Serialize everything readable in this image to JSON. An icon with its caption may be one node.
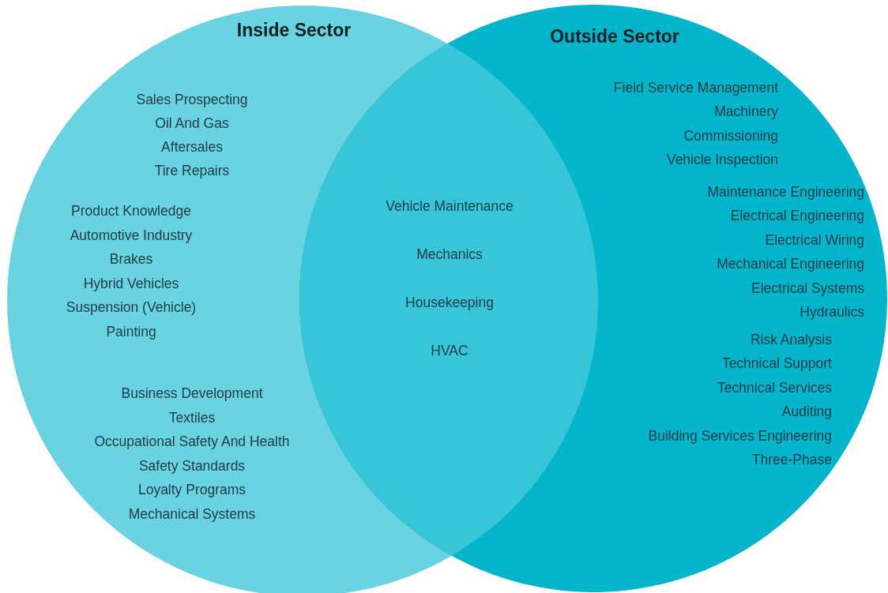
{
  "diagram": {
    "nodes": [
      {
        "text": [
          "Inside Sector",
          "Sales Prospecting",
          "Oil And Gas",
          "Aftersales",
          "Tire Repairs",
          "Product Knowledge",
          "Automotive Industry",
          "Brakes",
          "Hybrid Vehicles",
          "Suspension (Vehicle)",
          "Painting",
          "Business Development",
          "Textiles",
          "Occupational Safety And Health",
          "Safety Standards",
          "Loyalty Programs",
          "Mechanical Systems"
        ]
      },
      {
        "text": [
          "Outside Sector",
          "Field Service Management",
          "Machinery",
          "Commissioning",
          "Vehicle Inspection",
          "Maintenance Engineering",
          "Electrical Engineering",
          "Electrical Wiring",
          "Mechanical Engineering",
          "Electrical Systems",
          "Hydraulics",
          "Risk Analysis",
          "Technical Support",
          "Technical Services",
          "Auditing",
          "Building Services Engineering",
          "Three-Phase"
        ]
      }
    ],
    "labels": [
      "Vehicle Maintenance",
      "Mechanics",
      "Housekeeping",
      "HVAC"
    ]
  }
}
